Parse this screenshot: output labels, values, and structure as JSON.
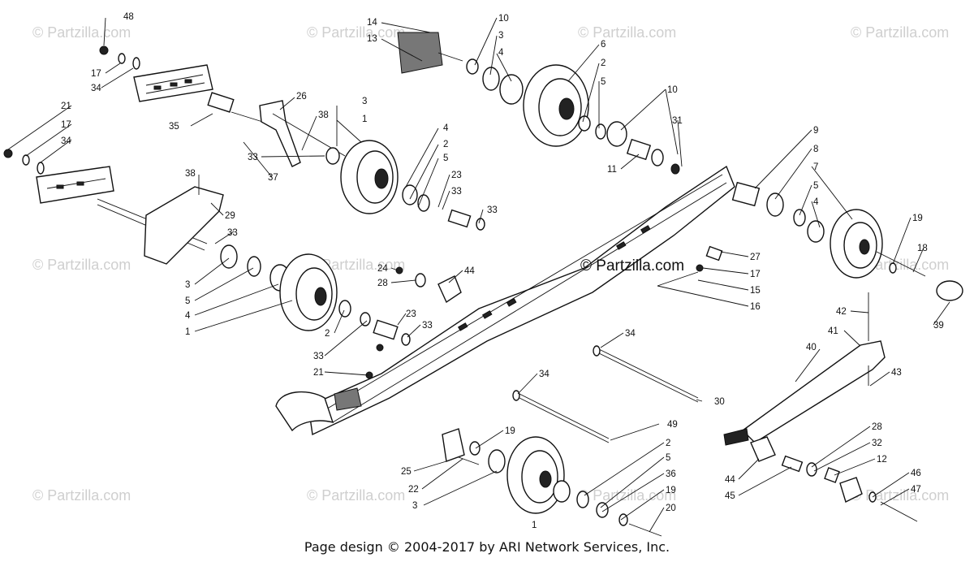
{
  "watermarks": [
    "© Partzilla.com",
    "© Partzilla.com",
    "© Partzilla.com",
    "© Partzilla.com",
    "© Partzilla.com",
    "© Partzilla.com",
    "© Partzilla.com",
    "© Partzilla.com",
    "© Partzilla.com",
    "© Partzilla.com",
    "© Partzilla.com"
  ],
  "center_watermark": "© Partzilla.com",
  "footer": "Page design © 2004-2017 by ARI Network Services, Inc.",
  "callouts": [
    "48",
    "17",
    "34",
    "21",
    "17",
    "34",
    "35",
    "26",
    "38",
    "33",
    "37",
    "38",
    "29",
    "33",
    "3",
    "5",
    "4",
    "1",
    "3",
    "1",
    "4",
    "2",
    "5",
    "23",
    "33",
    "33",
    "14",
    "13",
    "10",
    "3",
    "4",
    "6",
    "2",
    "5",
    "10",
    "31",
    "11",
    "9",
    "8",
    "7",
    "5",
    "4",
    "19",
    "18",
    "39",
    "27",
    "17",
    "15",
    "16",
    "24",
    "28",
    "44",
    "23",
    "33",
    "2",
    "33",
    "21",
    "34",
    "30",
    "34",
    "49",
    "42",
    "41",
    "40",
    "43",
    "19",
    "25",
    "22",
    "3",
    "2",
    "5",
    "36",
    "19",
    "20",
    "1",
    "28",
    "32",
    "12",
    "46",
    "47",
    "44",
    "45"
  ]
}
